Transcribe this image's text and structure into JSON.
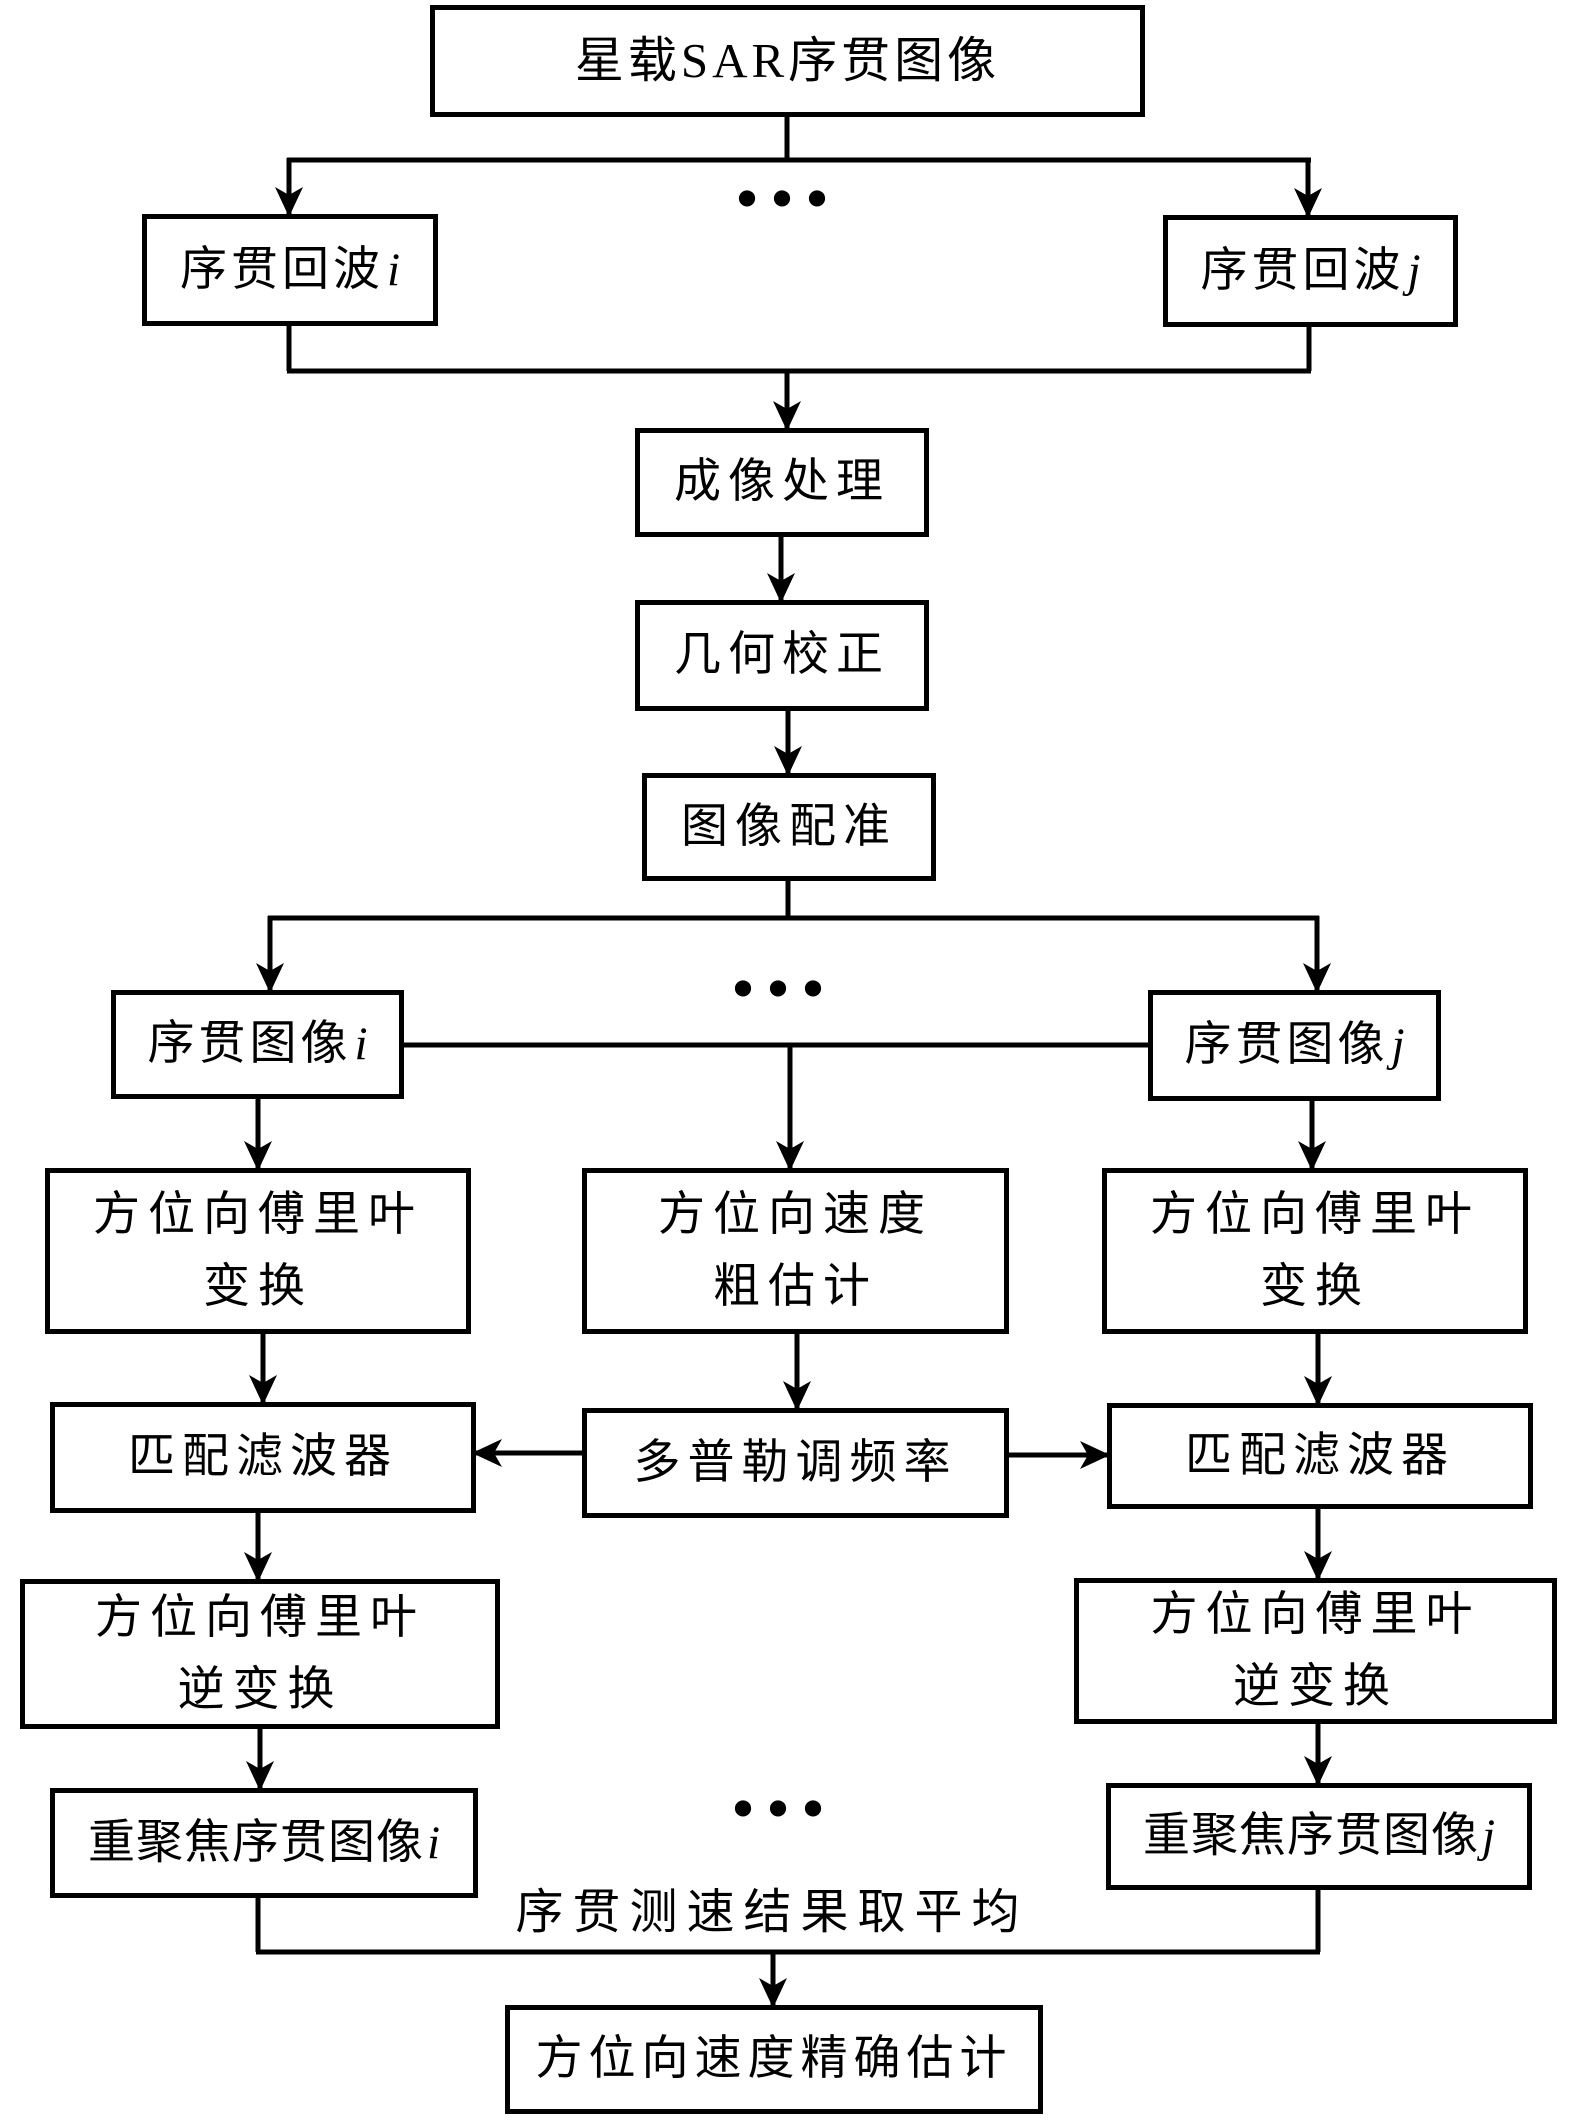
{
  "diagram": {
    "background_color": "#ffffff",
    "line_color": "#000000",
    "nodes": {
      "sar_images": {
        "label": "星载SAR序贯图像"
      },
      "echo_i": {
        "text": "序贯回波",
        "var": "i"
      },
      "echo_j": {
        "text": "序贯回波",
        "var": "j"
      },
      "imaging": {
        "label": "成像处理"
      },
      "geometry_correction": {
        "label": "几何校正"
      },
      "registration": {
        "label": "图像配准"
      },
      "image_i": {
        "text": "序贯图像",
        "var": "i"
      },
      "image_j": {
        "text": "序贯图像",
        "var": "j"
      },
      "fft_left": {
        "line1": "方位向傅里叶",
        "line2": "变换"
      },
      "coarse_estimate": {
        "line1": "方位向速度",
        "line2": "粗估计"
      },
      "fft_right": {
        "line1": "方位向傅里叶",
        "line2": "变换"
      },
      "matched_filter_left": {
        "label": "匹配滤波器"
      },
      "doppler_rate": {
        "label": "多普勒调频率"
      },
      "matched_filter_right": {
        "label": "匹配滤波器"
      },
      "ifft_left": {
        "line1": "方位向傅里叶",
        "line2": "逆变换"
      },
      "ifft_right": {
        "line1": "方位向傅里叶",
        "line2": "逆变换"
      },
      "refocus_i": {
        "text": "重聚焦序贯图像",
        "var": "i"
      },
      "refocus_j": {
        "text": "重聚焦序贯图像",
        "var": "j"
      },
      "final_estimate": {
        "label": "方位向速度精确估计"
      }
    },
    "labels": {
      "ellipsis_top": "...",
      "ellipsis_middle": "...",
      "ellipsis_bottom": "...",
      "averaging_note": "序贯测速结果取平均"
    }
  }
}
